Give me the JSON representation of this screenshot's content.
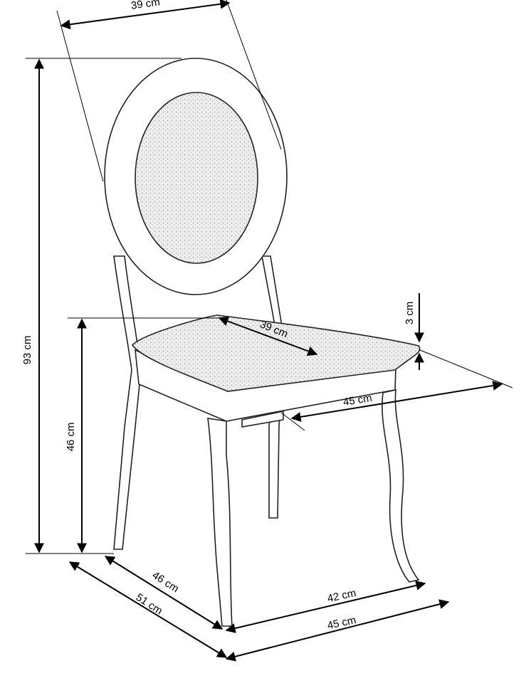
{
  "diagram": {
    "subject": "chair",
    "dimensions": {
      "backrest_width": "39 cm",
      "total_height": "93 cm",
      "seat_height": "46 cm",
      "seat_depth": "39 cm",
      "seat_thickness": "3 cm",
      "seat_width": "45 cm",
      "leg_depth": "46 cm",
      "total_depth": "51 cm",
      "leg_width": "42 cm",
      "total_width": "45 cm"
    }
  }
}
